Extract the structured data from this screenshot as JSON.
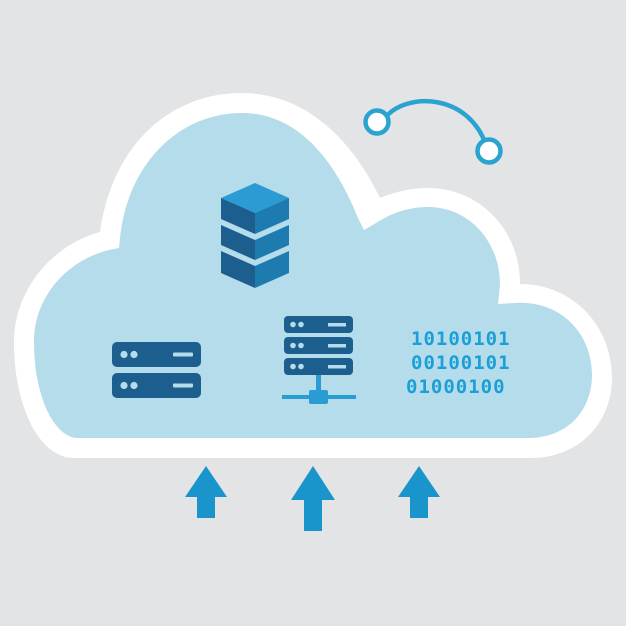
{
  "colors": {
    "background": "#e3e4e5",
    "cloud_fill": "#b5dceb",
    "cloud_outline": "#ffffff",
    "dark_blue": "#1c5f8e",
    "mid_blue": "#1e7bb0",
    "light_blue": "#2a9bd3",
    "arrow": "#1a95cc",
    "binary_text": "#1a9fd6",
    "connector": "#2aa3d0"
  },
  "binary": {
    "lines": [
      "10100101",
      "00100101",
      "01000100"
    ]
  },
  "icons": {
    "cloud": "cloud-icon",
    "database": "database-stack-icon",
    "server_rack": "server-rack-icon",
    "network_server": "network-server-icon",
    "connection": "connection-arc-icon",
    "upload": "upload-arrow-icon"
  }
}
